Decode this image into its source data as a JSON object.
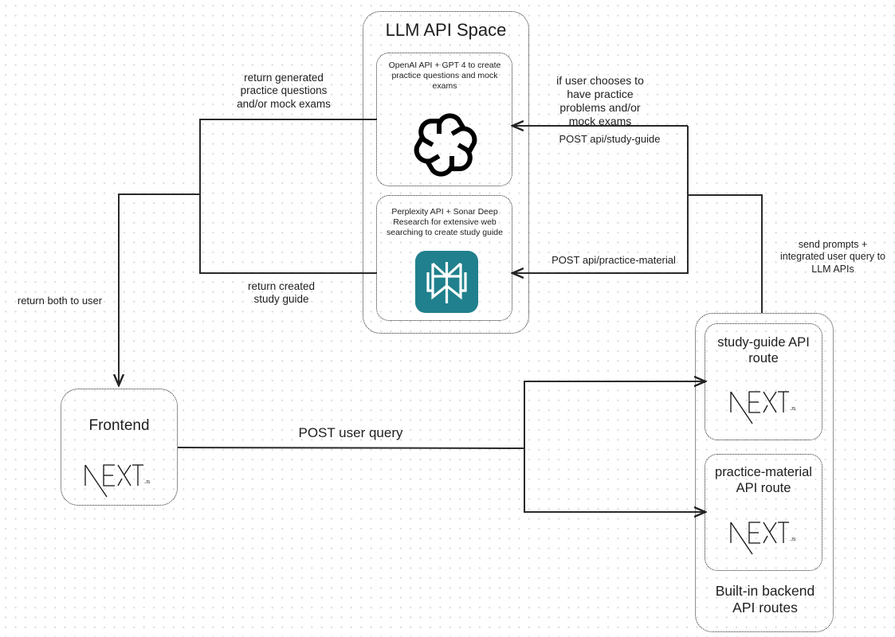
{
  "llm_space": {
    "title": "LLM API Space",
    "openai_card": {
      "description": "OpenAI API + GPT 4 to create practice questions and mock exams",
      "icon": "openai-logo-icon"
    },
    "perplexity_card": {
      "description": "Perplexity API + Sonar Deep Research for extensive web searching to create study guide",
      "icon": "perplexity-logo-icon",
      "icon_color": "#20808D"
    }
  },
  "frontend": {
    "title": "Frontend",
    "logo": "NEXT",
    "logo_suffix": ".JS"
  },
  "backend": {
    "caption": "Built-in backend API routes",
    "routes": [
      {
        "title": "study-guide API route",
        "logo": "NEXT",
        "logo_suffix": ".JS"
      },
      {
        "title": "practice-material API route",
        "logo": "NEXT",
        "logo_suffix": ".JS"
      }
    ]
  },
  "edges": {
    "return_generated": "return generated practice questions and/or mock exams",
    "return_created": "return created study guide",
    "return_both": "return both to user",
    "if_user_chooses": "if user chooses to have practice problems and/or mock exams",
    "post_study_guide": "POST api/study-guide",
    "post_practice_material": "POST api/practice-material",
    "send_prompts": "send prompts + integrated user query to LLM APIs",
    "post_user_query": "POST user query"
  }
}
